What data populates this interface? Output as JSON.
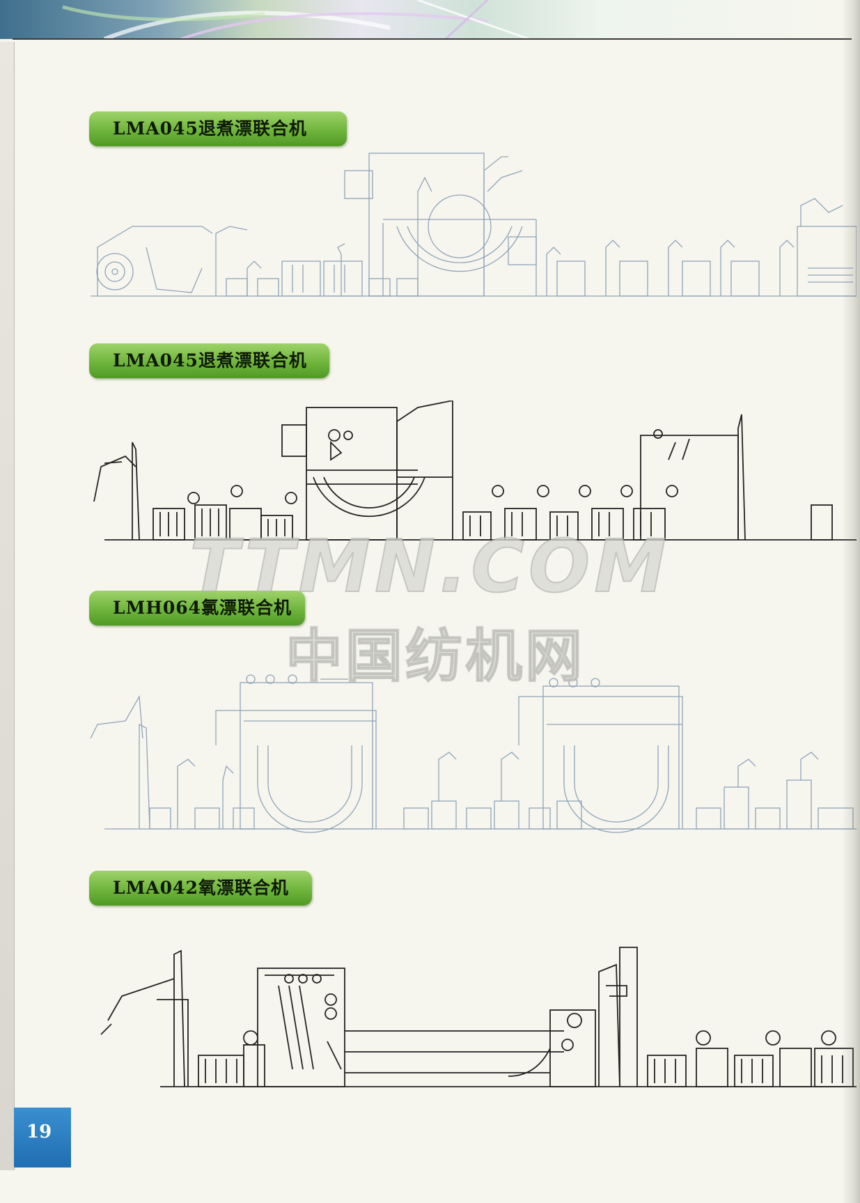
{
  "sections": [
    {
      "title": "LMA045退煮漂联合机"
    },
    {
      "title": "LMA045退煮漂联合机"
    },
    {
      "title": "LMH064氯漂联合机"
    },
    {
      "title": "LMA042氧漂联合机"
    }
  ],
  "watermark": {
    "line1": "TTMN.COM",
    "line2": "中国纺机网"
  },
  "page": {
    "number": "19"
  },
  "colors": {
    "title_pill": "#6fb53c",
    "page_badge": "#2a7fc2",
    "line_faint": "#8ea3b8",
    "line_dark": "#222222"
  }
}
